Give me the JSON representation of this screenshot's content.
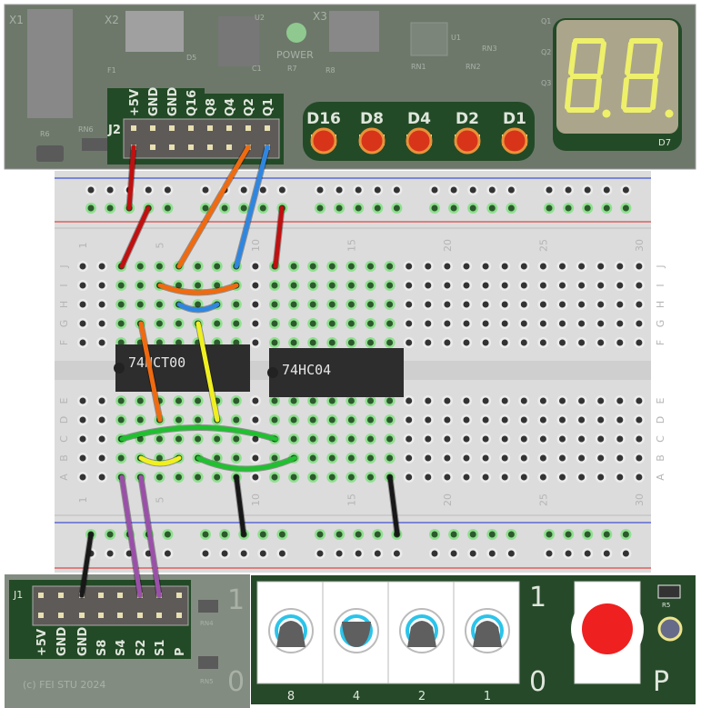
{
  "top_board": {
    "silkscreen": [
      "X1",
      "X2",
      "X3",
      "U2",
      "U1",
      "D5",
      "F1",
      "C1",
      "R7",
      "R8",
      "R6",
      "RN6",
      "RN1",
      "RN2",
      "RN3",
      "Q1",
      "Q2",
      "Q3"
    ],
    "power_label": "POWER",
    "header_name": "J2",
    "header_pins": [
      "+5V",
      "GND",
      "GND",
      "Q16",
      "Q8",
      "Q4",
      "Q2",
      "Q1"
    ],
    "leds": [
      "D16",
      "D8",
      "D4",
      "D2",
      "D1"
    ],
    "display_name": "D7",
    "colors": {
      "pcb": "#6d786b",
      "header_pcb": "#234a26",
      "led": "#d8341a",
      "display_segment": "#eef06a"
    }
  },
  "breadboard": {
    "rows_top": [
      "J",
      "I",
      "H",
      "G",
      "F"
    ],
    "rows_bottom": [
      "E",
      "D",
      "C",
      "B",
      "A"
    ],
    "column_numbers": [
      "1",
      "5",
      "10",
      "15",
      "20",
      "25",
      "30"
    ],
    "chips": [
      "74HCT00",
      "74HC04"
    ]
  },
  "bottom_board": {
    "header_name": "J1",
    "header_pins": [
      "+5V",
      "GND",
      "GND",
      "S8",
      "S4",
      "S2",
      "S1",
      "P"
    ],
    "copyright": "(c) FEI STU 2024",
    "silkscreen": [
      "RN4",
      "RN5",
      "R5"
    ],
    "switch_high": "1",
    "switch_low": "0",
    "switch_weights": [
      "8",
      "4",
      "2",
      "1"
    ],
    "button_label": "P",
    "colors": {
      "pcb": "#264a29",
      "button": "#ee2020",
      "switch_ring": "#2bc4ea"
    }
  }
}
